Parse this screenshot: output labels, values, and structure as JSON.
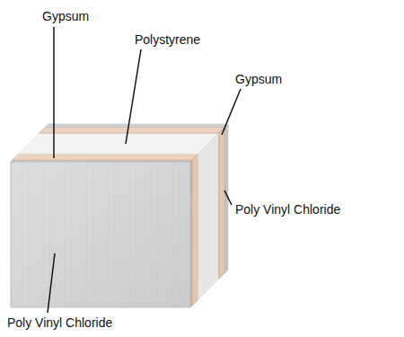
{
  "diagram": {
    "labels": [
      "Gypsum",
      "Polystyrene",
      "Gypsum",
      "Poly Vinyl Chloride",
      "Poly Vinyl Chloride"
    ]
  }
}
